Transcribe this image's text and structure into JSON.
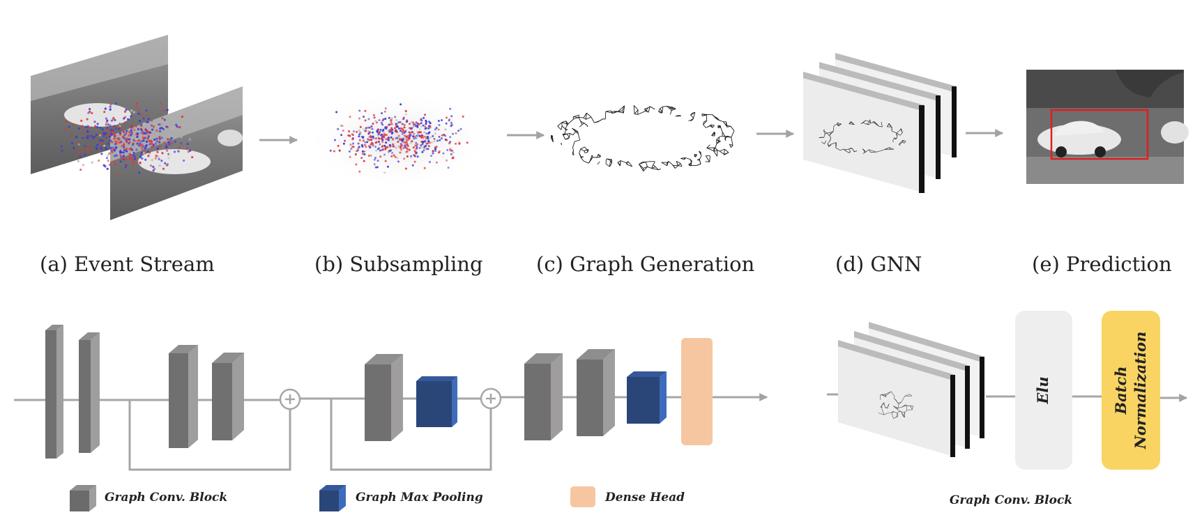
{
  "stages": [
    {
      "label": "(a) Event Stream"
    },
    {
      "label": "(b) Subsampling"
    },
    {
      "label": "(c) Graph Generation"
    },
    {
      "label": "(d) GNN"
    },
    {
      "label": "(e) Prediction"
    }
  ],
  "legend": {
    "conv": "Graph Conv. Block",
    "pool": "Graph Max Pooling",
    "dense": "Dense Head"
  },
  "block_detail": {
    "activation": "Elu",
    "norm_line1": "Batch",
    "norm_line2": "Normalization",
    "caption": "Graph Conv. Block"
  },
  "colors": {
    "conv_block": "#6b6b6b",
    "pool_block": "#2a4678",
    "dense_head": "#f6c6a0",
    "elu_block": "#eeeeee",
    "norm_block": "#f9d463",
    "bbox": "#dd1f1f",
    "event_pos": "#e0363b",
    "event_neg": "#3b3bd8",
    "arrow": "#a3a3a3"
  }
}
